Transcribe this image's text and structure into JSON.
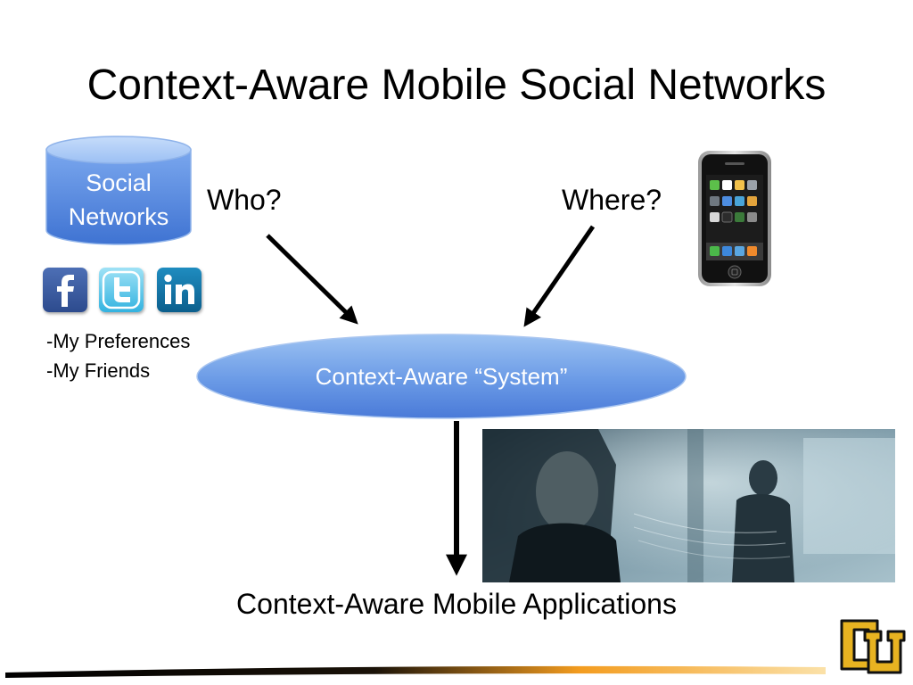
{
  "slide": {
    "title": "Context-Aware Mobile Social Networks",
    "database": {
      "label_line1": "Social",
      "label_line2": "Networks"
    },
    "questions": {
      "who": "Who?",
      "where": "Where?"
    },
    "preferences": [
      "-My Preferences",
      "-My Friends"
    ],
    "system_label": "Context-Aware “System”",
    "output_label": "Context-Aware Mobile Applications",
    "social_icons": [
      "facebook-icon",
      "twitter-icon",
      "linkedin-icon"
    ],
    "colors": {
      "shape_fill": "#5b8fe0",
      "shape_fill_light": "#9cc2f2",
      "shape_stroke": "#8fb3ea",
      "footer_orange": "#f39c1f",
      "logo_gold": "#e8b321"
    }
  }
}
